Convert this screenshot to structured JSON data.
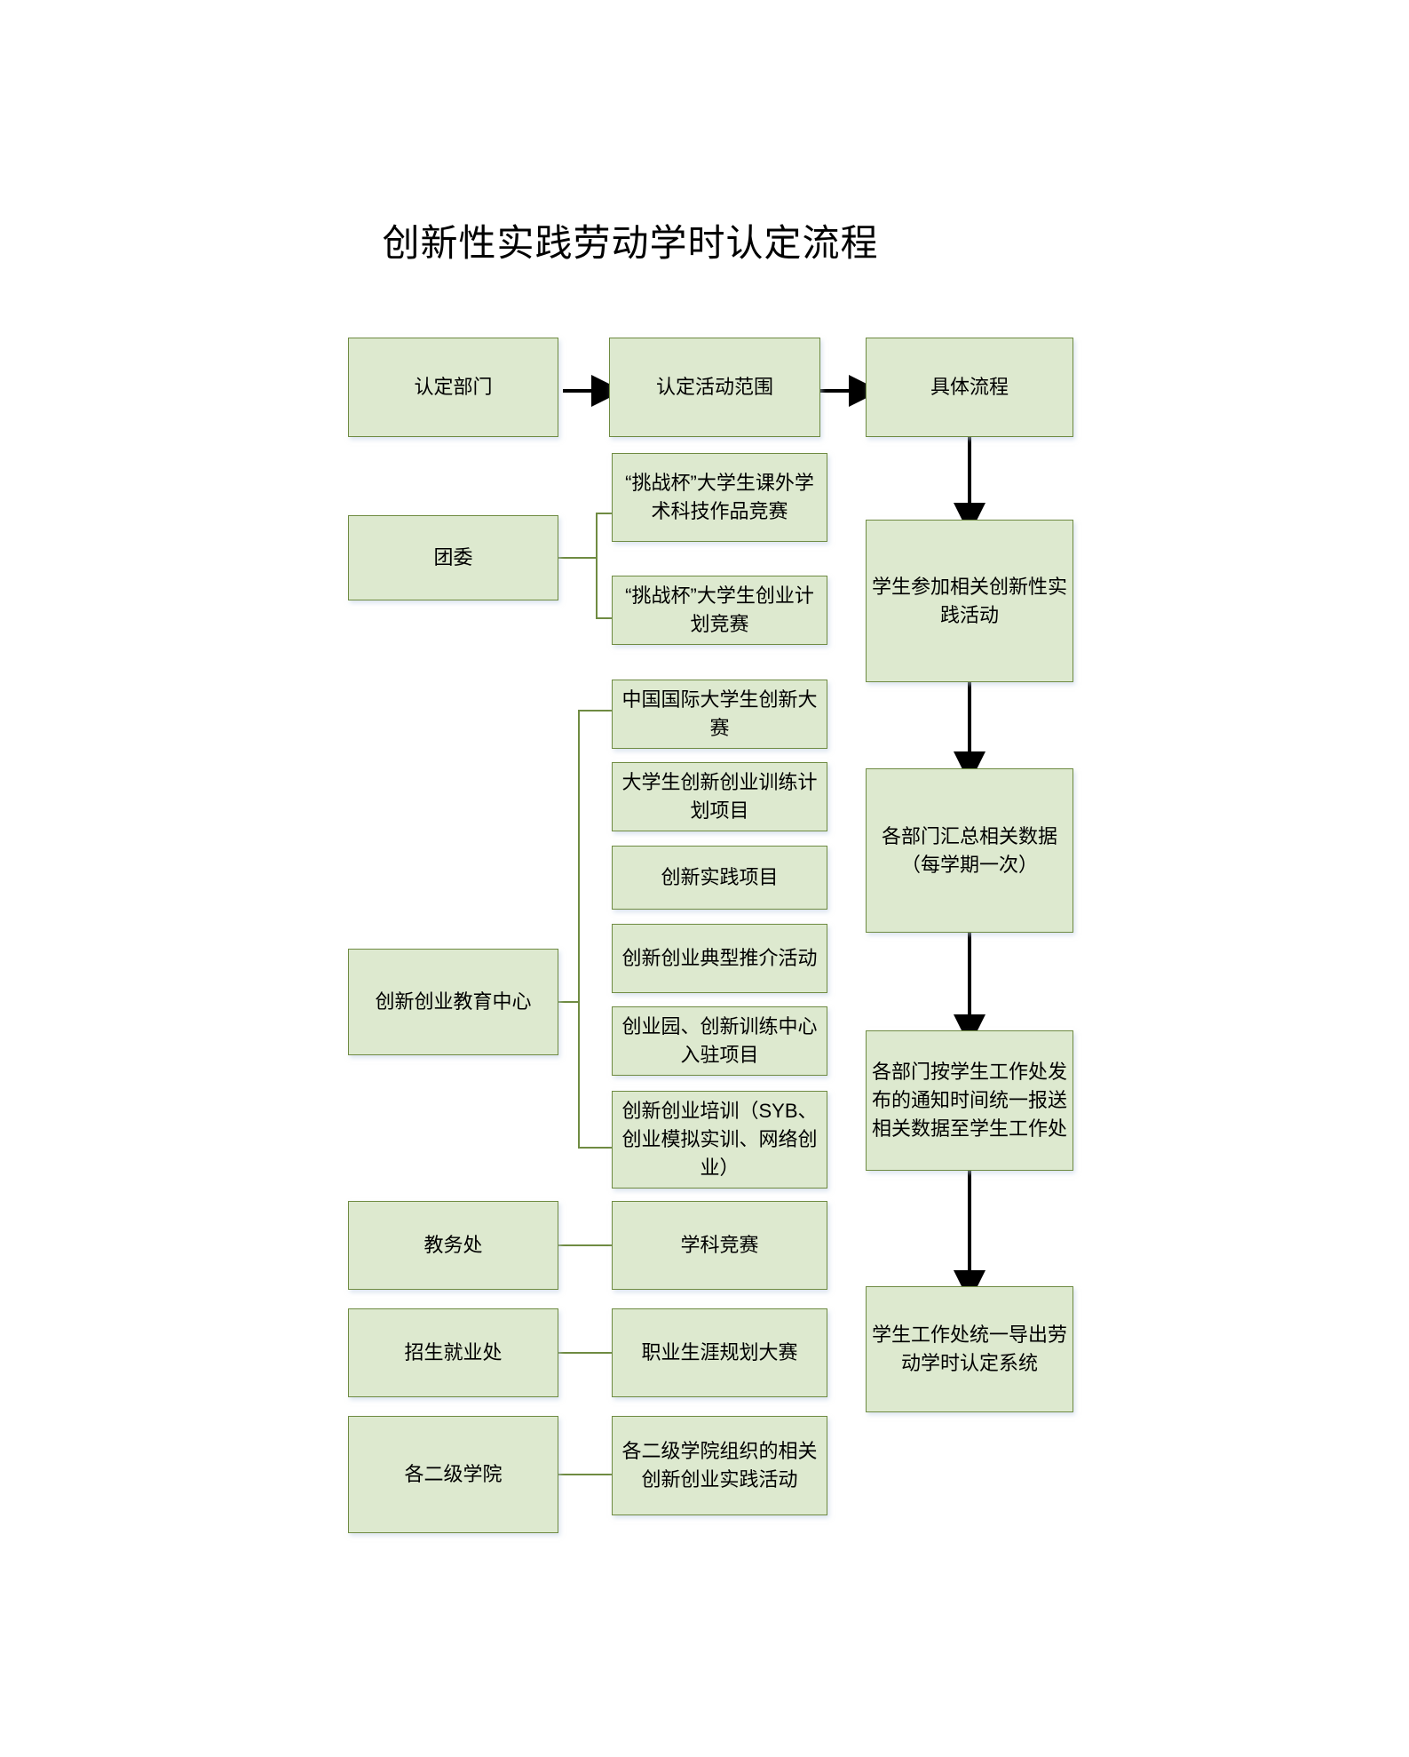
{
  "title": "创新性实践劳动学时认定流程",
  "colors": {
    "node_fill": "#dde9cf",
    "node_border": "#6f8b42",
    "arrow": "#000000",
    "connector": "#6f8b42",
    "background": "#ffffff",
    "text": "#000000"
  },
  "chart_data": {
    "type": "diagram",
    "title": "创新性实践劳动学时认定流程",
    "header_row": [
      {
        "id": "h1",
        "label": "认定部门"
      },
      {
        "id": "h2",
        "label": "认定活动范围"
      },
      {
        "id": "h3",
        "label": "具体流程"
      }
    ],
    "departments": [
      {
        "id": "d1",
        "label": "团委",
        "activities": [
          "“挑战杯”大学生课外学术科技作品竞赛",
          "“挑战杯”大学生创业计划竞赛"
        ]
      },
      {
        "id": "d2",
        "label": "创新创业教育中心",
        "activities": [
          "中国国际大学生创新大赛",
          "大学生创新创业训练计划项目",
          "创新实践项目",
          "创新创业典型推介活动",
          "创业园、创新训练中心入驻项目",
          "创新创业培训（SYB、创业模拟实训、网络创业）"
        ]
      },
      {
        "id": "d3",
        "label": "教务处",
        "activities": [
          "学科竞赛"
        ]
      },
      {
        "id": "d4",
        "label": "招生就业处",
        "activities": [
          "职业生涯规划大赛"
        ]
      },
      {
        "id": "d5",
        "label": "各二级学院",
        "activities": [
          "各二级学院组织的相关创新创业实践活动"
        ]
      }
    ],
    "process_steps": [
      "学生参加相关创新性实践活动",
      "各部门汇总相关数据（每学期一次）",
      "各部门按学生工作处发布的通知时间统一报送相关数据至学生工作处",
      "学生工作处统一导出劳动学时认定系统"
    ],
    "arrows": [
      {
        "from": "认定部门",
        "to": "认定活动范围",
        "direction": "right"
      },
      {
        "from": "认定活动范围",
        "to": "具体流程",
        "direction": "right"
      },
      {
        "from": "具体流程",
        "to": "学生参加相关创新性实践活动",
        "direction": "down"
      },
      {
        "from": "学生参加相关创新性实践活动",
        "to": "各部门汇总相关数据（每学期一次）",
        "direction": "down"
      },
      {
        "from": "各部门汇总相关数据（每学期一次）",
        "to": "各部门按学生工作处发布的通知时间统一报送相关数据至学生工作处",
        "direction": "down"
      },
      {
        "from": "各部门按学生工作处发布的通知时间统一报送相关数据至学生工作处",
        "to": "学生工作处统一导出劳动学时认定系统",
        "direction": "down"
      }
    ]
  },
  "nodes": {
    "h1": {
      "label": "认定部门"
    },
    "h2": {
      "label": "认定活动范围"
    },
    "h3": {
      "label": "具体流程"
    },
    "d1": {
      "label": "团委"
    },
    "d1a1": {
      "label": "“挑战杯”大学生课外学术科技作品竞赛"
    },
    "d1a2": {
      "label": "“挑战杯”大学生创业计划竞赛"
    },
    "d2": {
      "label": "创新创业教育中心"
    },
    "d2a1": {
      "label": "中国国际大学生创新大赛"
    },
    "d2a2": {
      "label": "大学生创新创业训练计划项目"
    },
    "d2a3": {
      "label": "创新实践项目"
    },
    "d2a4": {
      "label": "创新创业典型推介活动"
    },
    "d2a5": {
      "label": "创业园、创新训练中心入驻项目"
    },
    "d2a6": {
      "label": "创新创业培训（SYB、创业模拟实训、网络创业）"
    },
    "d3": {
      "label": "教务处"
    },
    "d3a1": {
      "label": "学科竞赛"
    },
    "d4": {
      "label": "招生就业处"
    },
    "d4a1": {
      "label": "职业生涯规划大赛"
    },
    "d5": {
      "label": "各二级学院"
    },
    "d5a1": {
      "label": "各二级学院组织的相关创新创业实践活动"
    },
    "p1": {
      "label": "学生参加相关创新性实践活动"
    },
    "p2": {
      "label": "各部门汇总相关数据（每学期一次）"
    },
    "p3": {
      "label": "各部门按学生工作处发布的通知时间统一报送相关数据至学生工作处"
    },
    "p4": {
      "label": "学生工作处统一导出劳动学时认定系统"
    }
  }
}
